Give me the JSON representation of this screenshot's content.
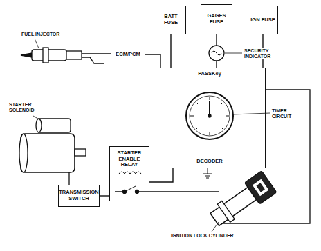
{
  "diagram": {
    "nodes": [
      {
        "text": [
          "BATT FUSE"
        ]
      },
      {
        "text": [
          "GAGES FUSE"
        ]
      },
      {
        "text": [
          "IGN FUSE"
        ]
      },
      {
        "text": [
          "ECM/PCM"
        ]
      },
      {
        "text": [
          "PASSKey",
          "DECODER"
        ]
      },
      {
        "text": [
          "STARTER ENABLE RELAY"
        ]
      },
      {
        "text": [
          "TRANSMISSION SWITCH"
        ]
      }
    ],
    "edges": [
      {
        "from": 0,
        "to": 4,
        "arrow": "none"
      },
      {
        "from": 1,
        "to": 4,
        "arrow": "none"
      },
      {
        "from": 2,
        "to": 4,
        "arrow": "none"
      },
      {
        "from": 3,
        "to": 4,
        "arrow": "none"
      },
      {
        "from": 5,
        "to": 4,
        "arrow": "none"
      },
      {
        "from": 6,
        "to": 5,
        "arrow": "none"
      }
    ],
    "labels": [
      "FUEL INJECTOR",
      "SECURITY INDICATOR",
      "TIMER CIRCUIT",
      "STARTER SOLENOID",
      "IGNITION LOCK CYLINDER"
    ]
  }
}
